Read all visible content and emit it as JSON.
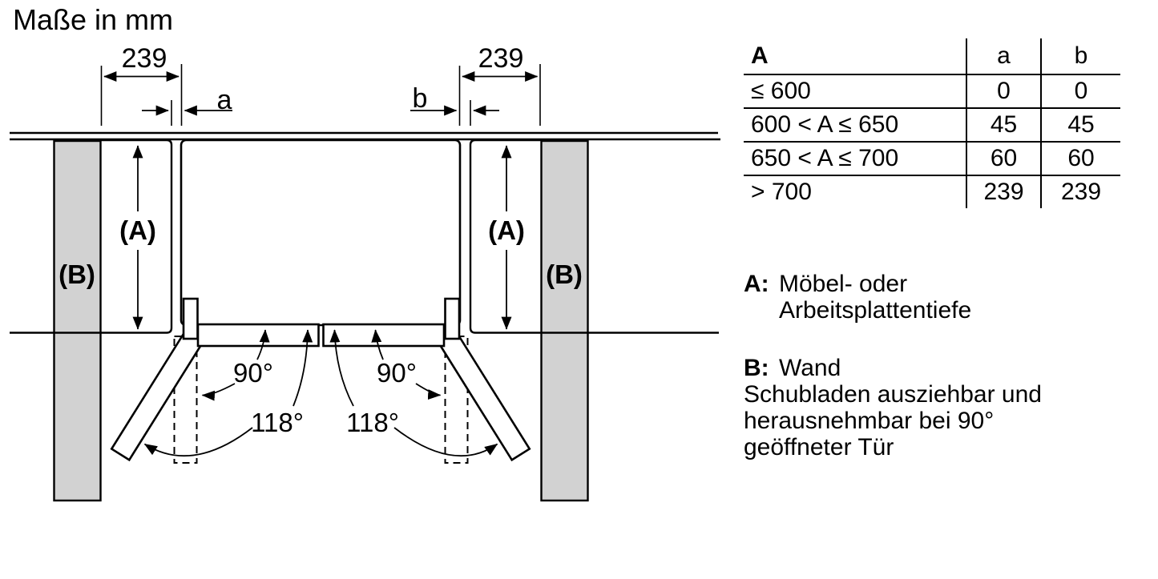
{
  "title": "Maße in mm",
  "colors": {
    "wall_fill": "#d2d2d2",
    "line": "#000000"
  },
  "diagram": {
    "dim_left": "239",
    "dim_right": "239",
    "gap_left_label": "a",
    "gap_right_label": "b",
    "depth_label": "(A)",
    "wall_label": "(B)",
    "angle_90": "90°",
    "angle_118": "118°"
  },
  "table": {
    "headers": {
      "A": "A",
      "a": "a",
      "b": "b"
    },
    "rows": [
      {
        "A": "≤ 600",
        "a": "0",
        "b": "0"
      },
      {
        "A": "600 < A ≤ 650",
        "a": "45",
        "b": "45"
      },
      {
        "A": "650 < A ≤ 700",
        "a": "60",
        "b": "60"
      },
      {
        "A": "> 700",
        "a": "239",
        "b": "239"
      }
    ]
  },
  "legend": {
    "a_key": "A:",
    "a_line1": "Möbel- oder",
    "a_line2": "Arbeitsplattentiefe",
    "b_key": "B:",
    "b_text": "Wand",
    "note_line1": "Schubladen ausziehbar und",
    "note_line2": "herausnehmbar bei 90°",
    "note_line3": "geöffneter Tür"
  }
}
